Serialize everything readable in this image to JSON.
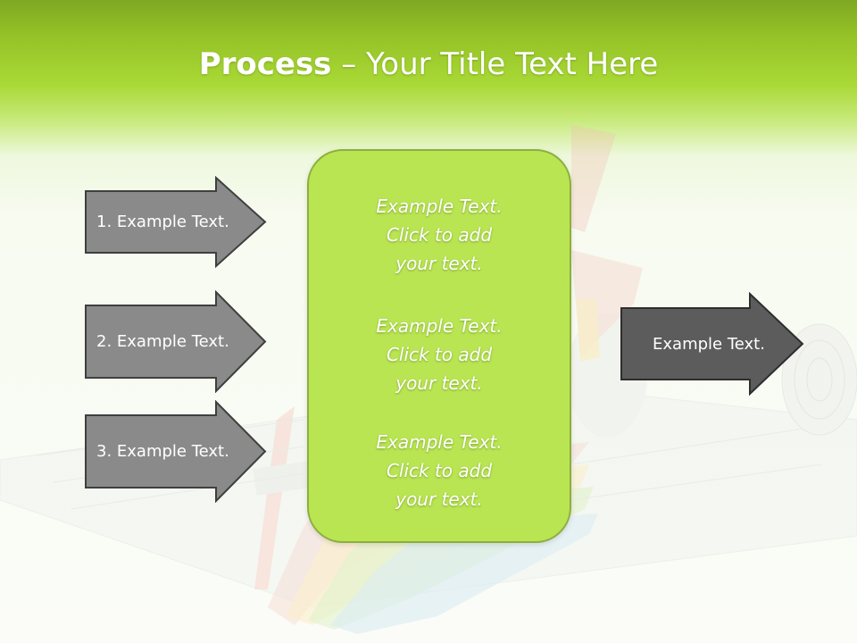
{
  "title": {
    "bold": "Process",
    "rest": " – Your Title Text Here"
  },
  "left_arrows": [
    {
      "label": "1. Example Text."
    },
    {
      "label": "2. Example Text."
    },
    {
      "label": "3. Example Text."
    }
  ],
  "center_box": {
    "blocks": [
      {
        "lines": [
          "Example Text.",
          "Click  to add",
          "your text."
        ]
      },
      {
        "lines": [
          "Example Text.",
          "Click  to add",
          "your text."
        ]
      },
      {
        "lines": [
          "Example Text.",
          "Click  to add",
          "your text."
        ]
      }
    ]
  },
  "right_arrow": {
    "label": "Example Text."
  },
  "colors": {
    "header_green": "#95c227",
    "center_fill": "#b9e552",
    "center_border": "#8dae3e",
    "arrow_gray": "#8a8a8a",
    "arrow_dark": "#5c5c5c",
    "arrow_stroke": "#3f3f3f"
  }
}
